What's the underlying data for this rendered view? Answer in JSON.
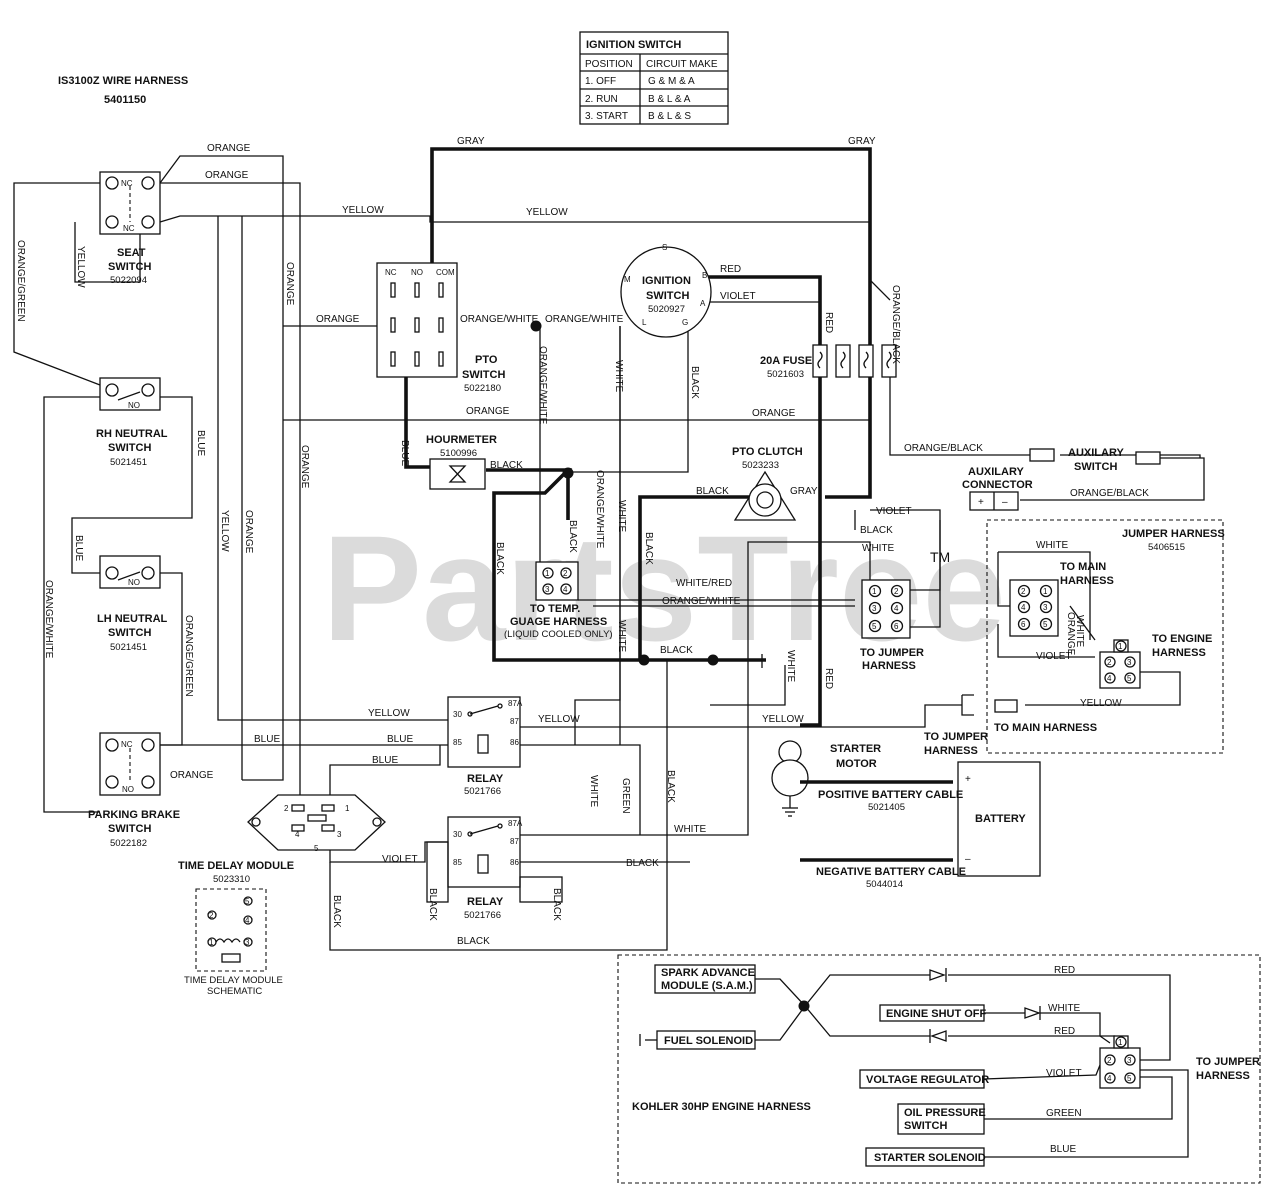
{
  "title": {
    "line1": "IS3100Z WIRE HARNESS",
    "line2": "5401150"
  },
  "watermark": {
    "text": "PartsTree",
    "tm": "TM"
  },
  "ignition_table": {
    "title": "IGNITION SWITCH",
    "headers": [
      "POSITION",
      "CIRCUIT MAKE"
    ],
    "rows": [
      [
        "1. OFF",
        "G & M & A"
      ],
      [
        "2. RUN",
        "B & L & A"
      ],
      [
        "3. START",
        "B & L & S"
      ]
    ]
  },
  "components": {
    "seat_switch": {
      "name": "SEAT\nSWITCH",
      "l1": "SEAT",
      "l2": "SWITCH",
      "pn": "5022094"
    },
    "rh_neutral": {
      "l1": "RH NEUTRAL",
      "l2": "SWITCH",
      "pn": "5021451"
    },
    "lh_neutral": {
      "l1": "LH NEUTRAL",
      "l2": "SWITCH",
      "pn": "5021451"
    },
    "parking_brake": {
      "l1": "PARKING BRAKE",
      "l2": "SWITCH",
      "pn": "5022182"
    },
    "pto_switch": {
      "l1": "PTO",
      "l2": "SWITCH",
      "pn": "5022180"
    },
    "ignition_switch": {
      "l1": "IGNITION",
      "l2": "SWITCH",
      "pn": "5020927"
    },
    "fuse": {
      "l1": "20A FUSE",
      "pn": "5021603"
    },
    "hourmeter": {
      "l1": "HOURMETER",
      "pn": "5100996"
    },
    "pto_clutch": {
      "l1": "PTO CLUTCH",
      "pn": "5023233"
    },
    "temp_harness": {
      "l1": "TO TEMP.",
      "l2": "GUAGE HARNESS",
      "l3": "(LIQUID COOLED ONLY)"
    },
    "to_jumper_harness": {
      "l1": "TO JUMPER",
      "l2": "HARNESS"
    },
    "auxilary_switch": {
      "l1": "AUXILARY",
      "l2": "SWITCH"
    },
    "auxilary_connector": {
      "l1": "AUXILARY",
      "l2": "CONNECTOR"
    },
    "jumper_harness": {
      "l1": "JUMPER HARNESS",
      "pn": "5406515",
      "to_main": "TO MAIN\nHARNESS",
      "to_main_l1": "TO MAIN",
      "to_main_l2": "HARNESS",
      "to_engine_l1": "TO ENGINE",
      "to_engine_l2": "HARNESS",
      "to_main_harness": "TO MAIN HARNESS"
    },
    "relay1": {
      "l1": "RELAY",
      "pn": "5021766"
    },
    "relay2": {
      "l1": "RELAY",
      "pn": "5021766"
    },
    "time_delay": {
      "l1": "TIME DELAY MODULE",
      "pn": "5023310",
      "sch1": "TIME DELAY MODULE",
      "sch2": "SCHEMATIC"
    },
    "starter_motor": {
      "l1": "STARTER",
      "l2": "MOTOR"
    },
    "pos_cable": {
      "l1": "POSITIVE BATTERY CABLE",
      "pn": "5021405"
    },
    "neg_cable": {
      "l1": "NEGATIVE BATTERY CABLE",
      "pn": "5044014"
    },
    "battery": {
      "l1": "BATTERY",
      "plus": "+",
      "minus": "–"
    },
    "to_jumper2": {
      "l1": "TO JUMPER",
      "l2": "HARNESS"
    }
  },
  "kohler": {
    "title": "KOHLER 30HP ENGINE HARNESS",
    "sam_l1": "SPARK ADVANCE",
    "sam_l2": "MODULE (S.A.M.)",
    "shutoff": "ENGINE SHUT OFF",
    "fuel": "FUEL SOLENOID",
    "volt": "VOLTAGE REGULATOR",
    "oil_l1": "OIL PRESSURE",
    "oil_l2": "SWITCH",
    "starter": "STARTER SOLENOID",
    "to_jumper_l1": "TO JUMPER",
    "to_jumper_l2": "HARNESS",
    "wires": {
      "red1": "RED",
      "white": "WHITE",
      "red2": "RED",
      "violet": "VIOLET",
      "green": "GREEN",
      "blue": "BLUE"
    }
  },
  "wires": {
    "orange": "ORANGE",
    "yellow": "YELLOW",
    "gray": "GRAY",
    "blue": "BLUE",
    "black": "BLACK",
    "white": "WHITE",
    "red": "RED",
    "violet": "VIOLET",
    "green": "GREEN",
    "orange_green": "ORANGE/GREEN",
    "orange_white": "ORANGE/WHITE",
    "orange_black": "ORANGE/BLACK",
    "white_red": "WHITE/RED"
  },
  "pins": {
    "nc": "NC",
    "no": "NO",
    "com": "COM",
    "s": "S",
    "m": "M",
    "b": "B",
    "a": "A",
    "l": "L",
    "g": "G",
    "p30": "30",
    "p87a": "87A",
    "p87": "87",
    "p85": "85",
    "p86": "86",
    "t1": "1",
    "t2": "2",
    "t3": "3",
    "t4": "4",
    "t5": "5",
    "t6": "6"
  }
}
